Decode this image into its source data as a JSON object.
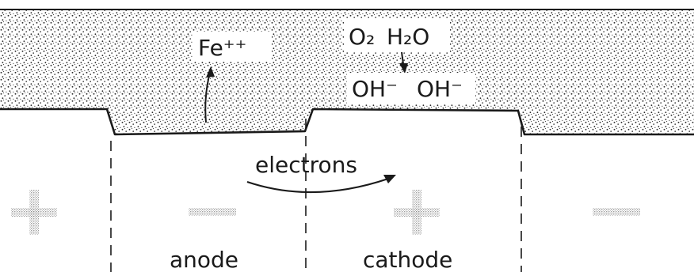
{
  "labels": {
    "fe_ion": "Fe⁺⁺",
    "oxygen": "O₂",
    "water": "H₂O",
    "hydroxide_1": "OH⁻",
    "hydroxide_2": "OH⁻",
    "electrons": "electrons",
    "anode": "anode",
    "cathode": "cathode"
  },
  "colors": {
    "ink": "#1a1a1a",
    "stipple": "#2a2a2a",
    "sign": "#8c8c8c"
  },
  "icons": [
    "plus-sign",
    "minus-sign",
    "plus-sign",
    "minus-sign"
  ]
}
